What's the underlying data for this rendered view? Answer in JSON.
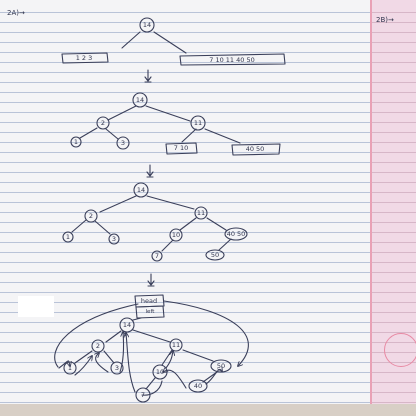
{
  "corner_labels": {
    "left": "2A)→",
    "right": "2B)→"
  },
  "step1": {
    "root": "14",
    "left_leaf": "1 2 3",
    "right_leaf": "7  10  11  40  50"
  },
  "step2": {
    "root": "14",
    "left": "2",
    "right": "11",
    "leaves": [
      "1",
      "3",
      "7 10",
      "40 50"
    ]
  },
  "step3": {
    "root": "14",
    "left": "2",
    "right": "11",
    "left_children": [
      "1",
      "3"
    ],
    "n10": "10",
    "n40": "40 50",
    "n7": "7",
    "n50": "50"
  },
  "step4": {
    "head": "head",
    "head_note": "left",
    "root": "14",
    "left": "2",
    "right": "11",
    "n1": "1",
    "n3": "3",
    "n10": "10",
    "n50": "50",
    "n7": "7",
    "n40": "40"
  }
}
